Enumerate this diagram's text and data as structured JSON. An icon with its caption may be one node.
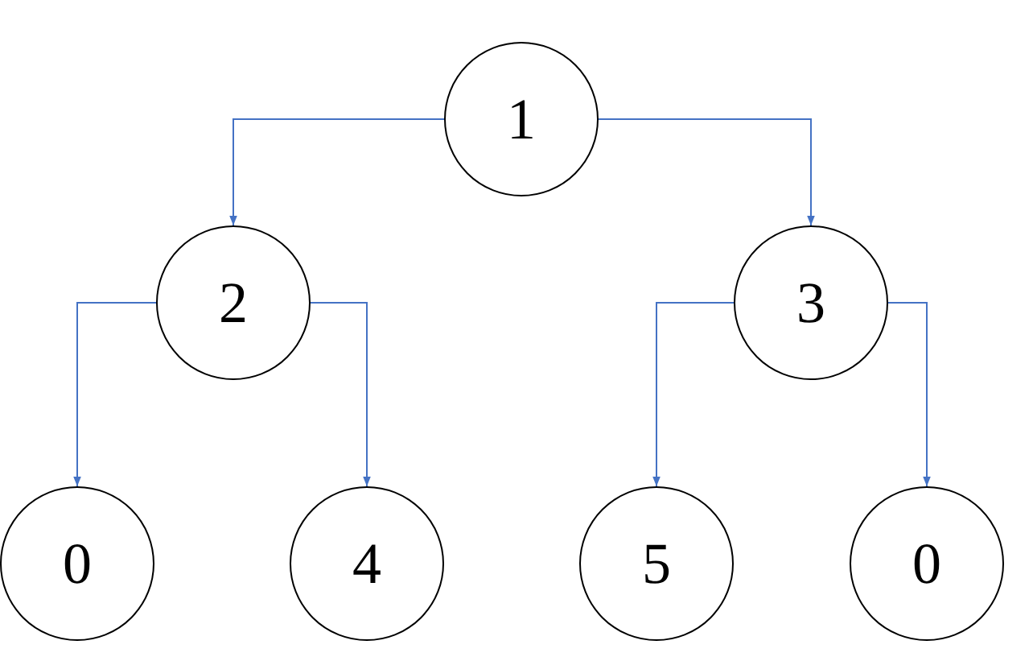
{
  "diagram": {
    "nodes": [
      {
        "text": [
          "1"
        ]
      },
      {
        "text": [
          "2"
        ]
      },
      {
        "text": [
          "3"
        ]
      },
      {
        "text": [
          "0"
        ]
      },
      {
        "text": [
          "4"
        ]
      },
      {
        "text": [
          "5"
        ]
      },
      {
        "text": [
          "0"
        ]
      }
    ],
    "edges": [
      {
        "from": 0,
        "to": 1,
        "arrow": "to"
      },
      {
        "from": 0,
        "to": 2,
        "arrow": "to"
      },
      {
        "from": 1,
        "to": 3,
        "arrow": "to"
      },
      {
        "from": 1,
        "to": 4,
        "arrow": "to"
      },
      {
        "from": 2,
        "to": 5,
        "arrow": "to"
      },
      {
        "from": 2,
        "to": 6,
        "arrow": "to"
      }
    ]
  }
}
